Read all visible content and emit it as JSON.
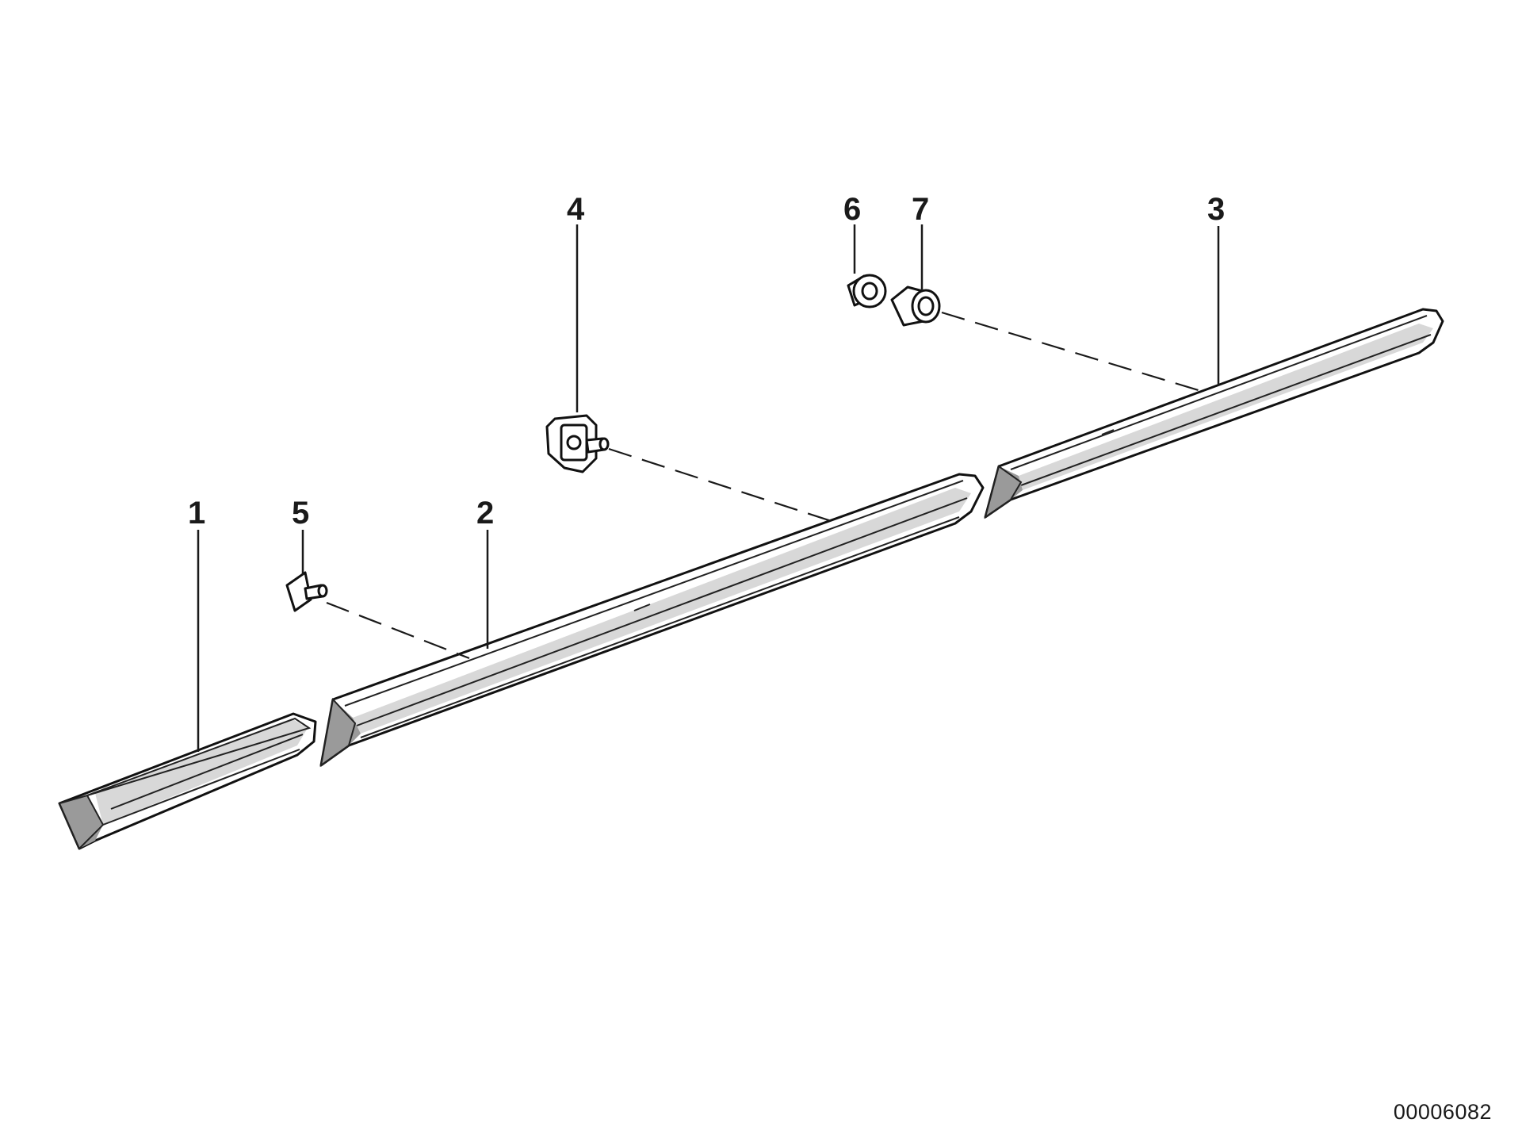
{
  "callouts": {
    "c1": "1",
    "c2": "2",
    "c3": "3",
    "c4": "4",
    "c5": "5",
    "c6": "6",
    "c7": "7"
  },
  "diagram_id": "00006082"
}
